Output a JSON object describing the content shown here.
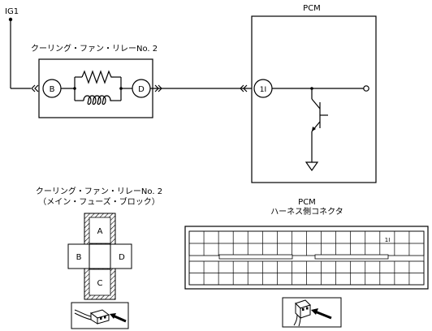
{
  "wiring": {
    "supply_label": "IG1",
    "pcm_label": "PCM",
    "relay_label": "クーリング・ファン・リレーNo. 2",
    "terminal_b": "B",
    "terminal_d": "D",
    "pcm_terminal": "1I"
  },
  "relay_block": {
    "title": "クーリング・ファン・リレーNo. 2",
    "subtitle": "（メイン・フューズ・ブロック）",
    "terminal_a": "A",
    "terminal_b": "B",
    "terminal_c": "C",
    "terminal_d": "D"
  },
  "pcm_connector": {
    "title": "PCM",
    "subtitle": "ハーネス側コネクタ",
    "terminal": "1I"
  }
}
